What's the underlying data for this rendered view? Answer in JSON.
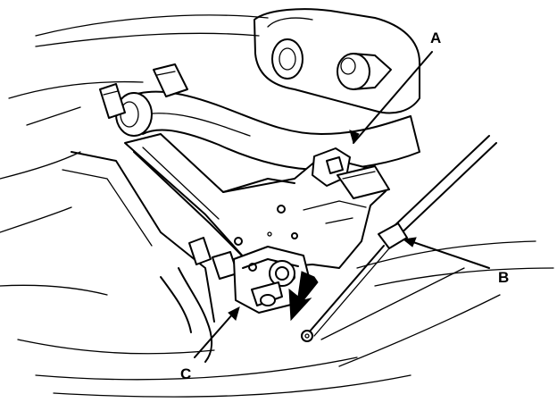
{
  "diagram": {
    "callouts": [
      {
        "id": "A",
        "label": "A"
      },
      {
        "id": "B",
        "label": "B"
      },
      {
        "id": "C",
        "label": "C"
      }
    ]
  }
}
